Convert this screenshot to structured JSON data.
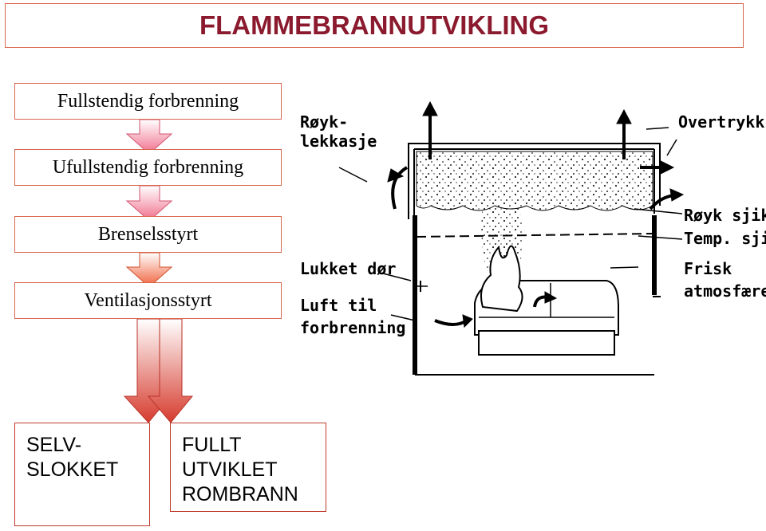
{
  "title": "FLAMMEBRANNUTVIKLING",
  "stages": [
    "Fullstendig forbrenning",
    "Ufullstendig forbrenning",
    "Brenselsstyrt",
    "Ventilasjonsstyrt"
  ],
  "outcomes": {
    "self_extinguished": [
      "SELV-",
      "SLOKKET"
    ],
    "full_room_fire": [
      "FULLT",
      "UTVIKLET",
      "ROMBRANN"
    ]
  },
  "illustration_labels": {
    "smoke_leakage": [
      "Røyk-",
      "lekkasje"
    ],
    "overpressure": "Overtrykk",
    "smoke_layer": "Røyk sjikt",
    "temp_layer": "Temp. sjikt",
    "fresh_atmosphere": [
      "Frisk",
      "atmosfære"
    ],
    "closed_door": "Lukket dør",
    "combustion_air": [
      "Luft til",
      "forbrenning"
    ]
  },
  "colors": {
    "title": "#8b1a2e",
    "box_border": "#d9664d",
    "arrow_pink": "#f28a9c",
    "arrow_orange": "#f0603a",
    "arrow_red": "#d63b2e"
  }
}
